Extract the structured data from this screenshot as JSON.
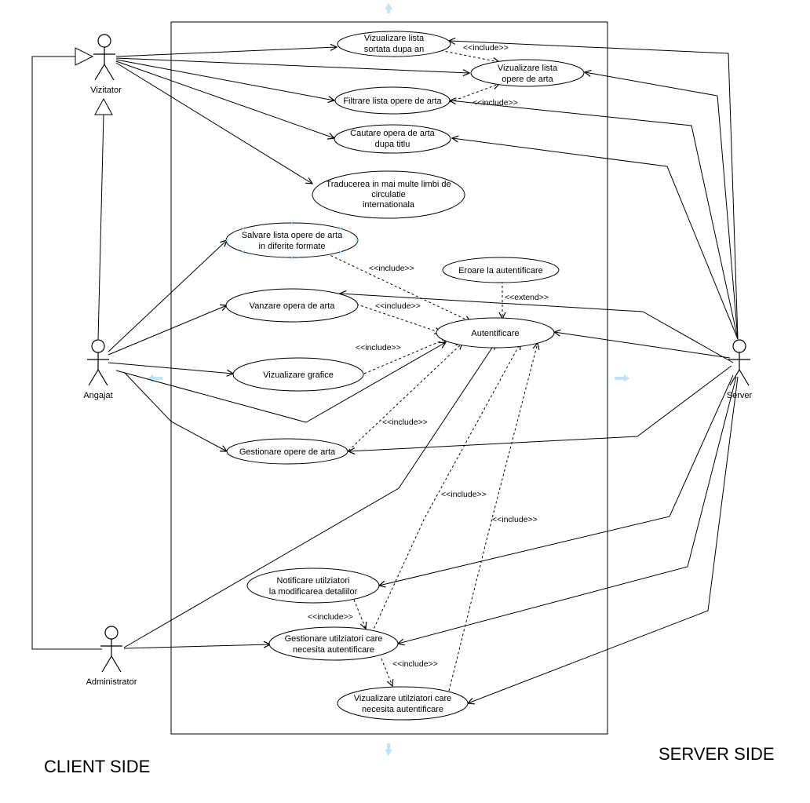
{
  "actors": [
    {
      "id": "vizitator",
      "label": "Vizitator"
    },
    {
      "id": "angajat",
      "label": "Angajat"
    },
    {
      "id": "administrator",
      "label": "Administrator"
    },
    {
      "id": "server",
      "label": "Server"
    }
  ],
  "use_cases": [
    {
      "id": "uc_sortata",
      "lines": [
        "Vizualizare lista",
        "sortata dupa an"
      ]
    },
    {
      "id": "uc_lista",
      "lines": [
        "Vizualizare lista",
        "opere de arta"
      ]
    },
    {
      "id": "uc_filtrare",
      "lines": [
        "Filtrare lista opere de arta"
      ]
    },
    {
      "id": "uc_cautare",
      "lines": [
        "Cautare opera de arta",
        "dupa titlu"
      ]
    },
    {
      "id": "uc_traducere",
      "lines": [
        "Traducerea in mai multe limbi de",
        "circulatie",
        "internationala"
      ]
    },
    {
      "id": "uc_salvare",
      "lines": [
        "Salvare lista opere de arta",
        "in diferite formate"
      ]
    },
    {
      "id": "uc_eroare",
      "lines": [
        "Eroare la autentificare"
      ]
    },
    {
      "id": "uc_vanzare",
      "lines": [
        "Vanzare opera de arta"
      ]
    },
    {
      "id": "uc_autentificare",
      "lines": [
        "Autentificare"
      ]
    },
    {
      "id": "uc_grafice",
      "lines": [
        "Vizualizare grafice"
      ]
    },
    {
      "id": "uc_gestionare_opere",
      "lines": [
        "Gestionare opere de arta"
      ]
    },
    {
      "id": "uc_notificare",
      "lines": [
        "Notificare utilziatori",
        "la modificarea detaliilor"
      ]
    },
    {
      "id": "uc_gestionare_utilizatori",
      "lines": [
        "Gestionare utilziatori care",
        "necesita autentificare"
      ]
    },
    {
      "id": "uc_vizualizare_utilizatori",
      "lines": [
        "Vizualizare utilziatori care",
        "necesita autentificare"
      ]
    }
  ],
  "stereotypes": {
    "include": "<<include>>",
    "extend": "<<extend>>"
  },
  "labels": {
    "client_side": "CLIENT SIDE",
    "server_side": "SERVER SIDE"
  }
}
